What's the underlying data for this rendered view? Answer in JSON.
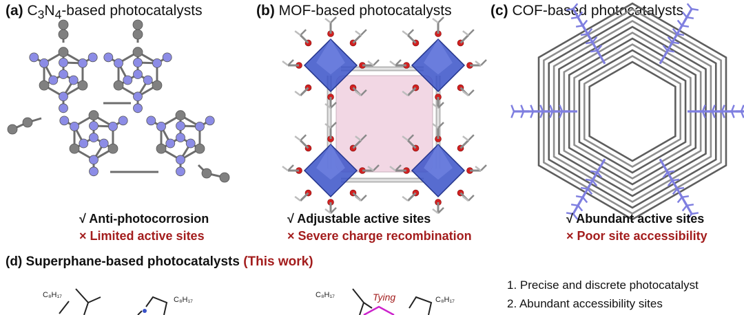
{
  "colors": {
    "carbon": "#808080",
    "nitrogen": "#8c8ce6",
    "oxygen": "#d22020",
    "metal_cluster": "#3a52c8",
    "pore": "#f2d7e4",
    "con_text": "#a31d1d",
    "cof_blue": "#7f7fe0"
  },
  "panels": {
    "a": {
      "letter": "(a)",
      "title_pre": " C",
      "title_sub1": "3",
      "title_mid": "N",
      "title_sub2": "4",
      "title_post": "-based photocatalysts",
      "pro": "√ Anti-photocorrosion",
      "con": "× Limited active sites"
    },
    "b": {
      "letter": "(b)",
      "title": " MOF-based photocatalysts",
      "pro": "√ Adjustable active sites",
      "con": "× Severe charge recombination"
    },
    "c": {
      "letter": "(c)",
      "title": " COF-based photocatalysts",
      "pro": "√  Abundant active sites",
      "con": "× Poor site accessibility"
    },
    "d": {
      "title": "(d) Superphane-based photocatalysts ",
      "title_red": "(This work)",
      "features": [
        "1. Precise and discrete photocatalyst",
        "2. Abundant accessibility sites"
      ],
      "chem_labels": [
        "C₈H₁₇",
        "C₈H₁₇",
        "C₈H₁₇",
        "C₈H₁₇"
      ],
      "tying_label": "Tying"
    }
  }
}
